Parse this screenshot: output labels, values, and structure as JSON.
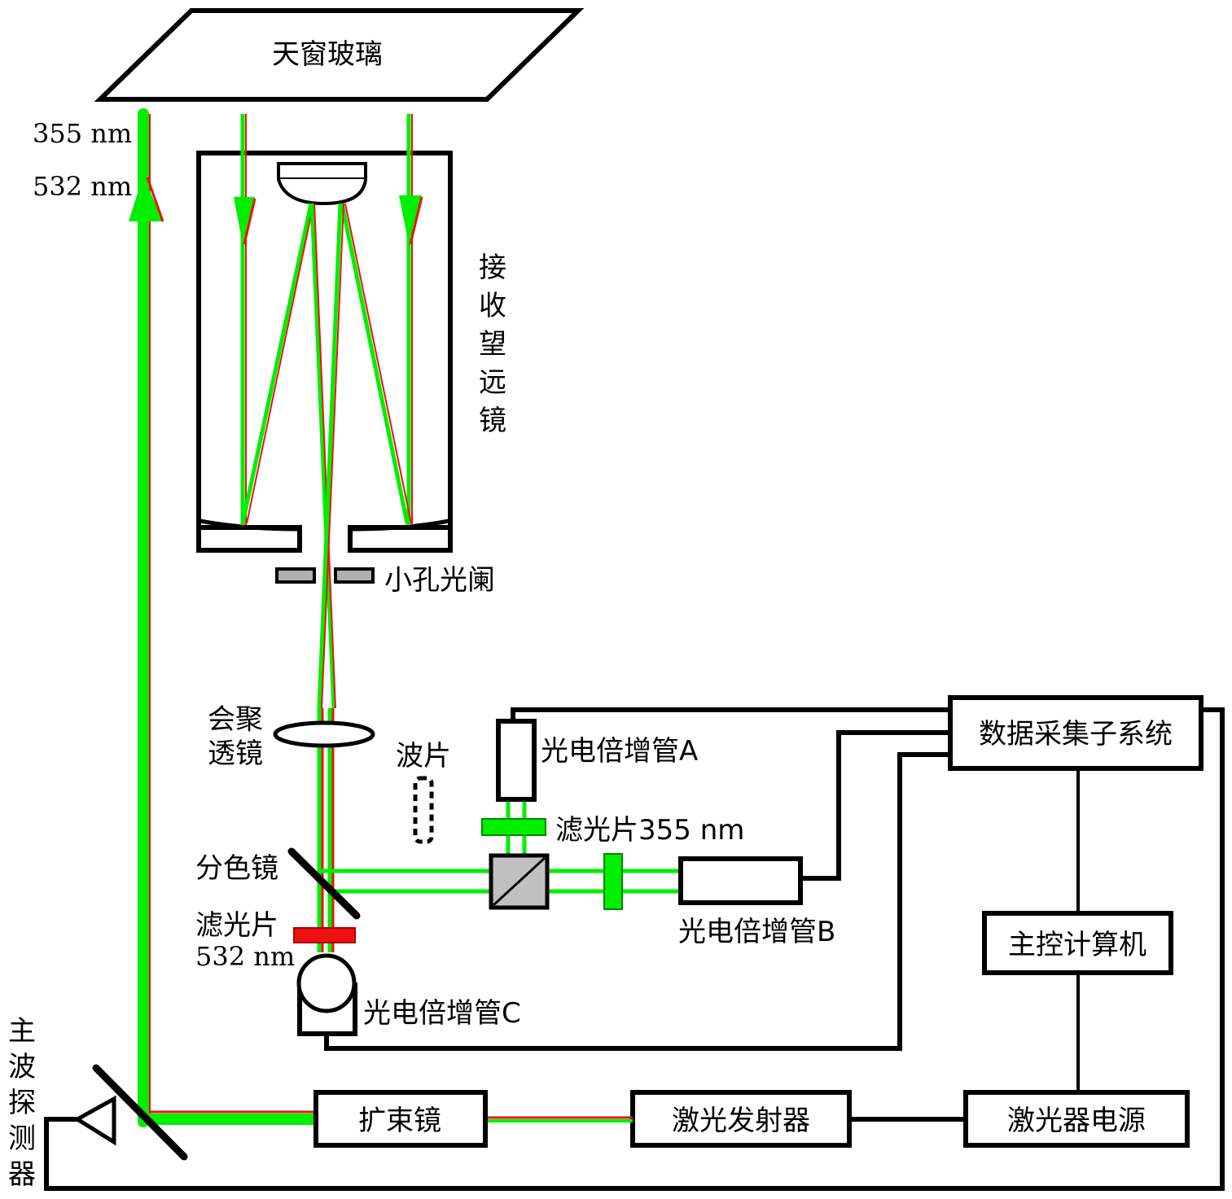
{
  "colors": {
    "beam_green": "#00ee00",
    "beam_red": "#ee1111",
    "line": "#000000",
    "splitter_gray": "#c0c0c0",
    "aperture_gray": "#b0b0b0"
  },
  "labels": {
    "skylight_glass": "天窗玻璃",
    "wavelength_355": "355 nm",
    "wavelength_532": "532 nm",
    "receiving_telescope": [
      "接",
      "收",
      "望",
      "远",
      "镜"
    ],
    "pinhole_aperture": "小孔光阑",
    "converging_lens": [
      "会聚",
      "透镜"
    ],
    "wave_plate": "波片",
    "dichroic_mirror": "分色镜",
    "filter_532": [
      "滤光片",
      "532 nm"
    ],
    "pmt_a": "光电倍增管A",
    "filter_355": "滤光片355 nm",
    "pmt_b": "光电倍增管B",
    "pmt_c": "光电倍增管C",
    "main_wave_detector": [
      "主",
      "波",
      "探",
      "测",
      "器"
    ],
    "beam_expander": "扩束镜",
    "laser_emitter": "激光发射器",
    "laser_power_supply": "激光器电源",
    "data_acquisition": "数据采集子系统",
    "main_computer": "主控计算机"
  }
}
